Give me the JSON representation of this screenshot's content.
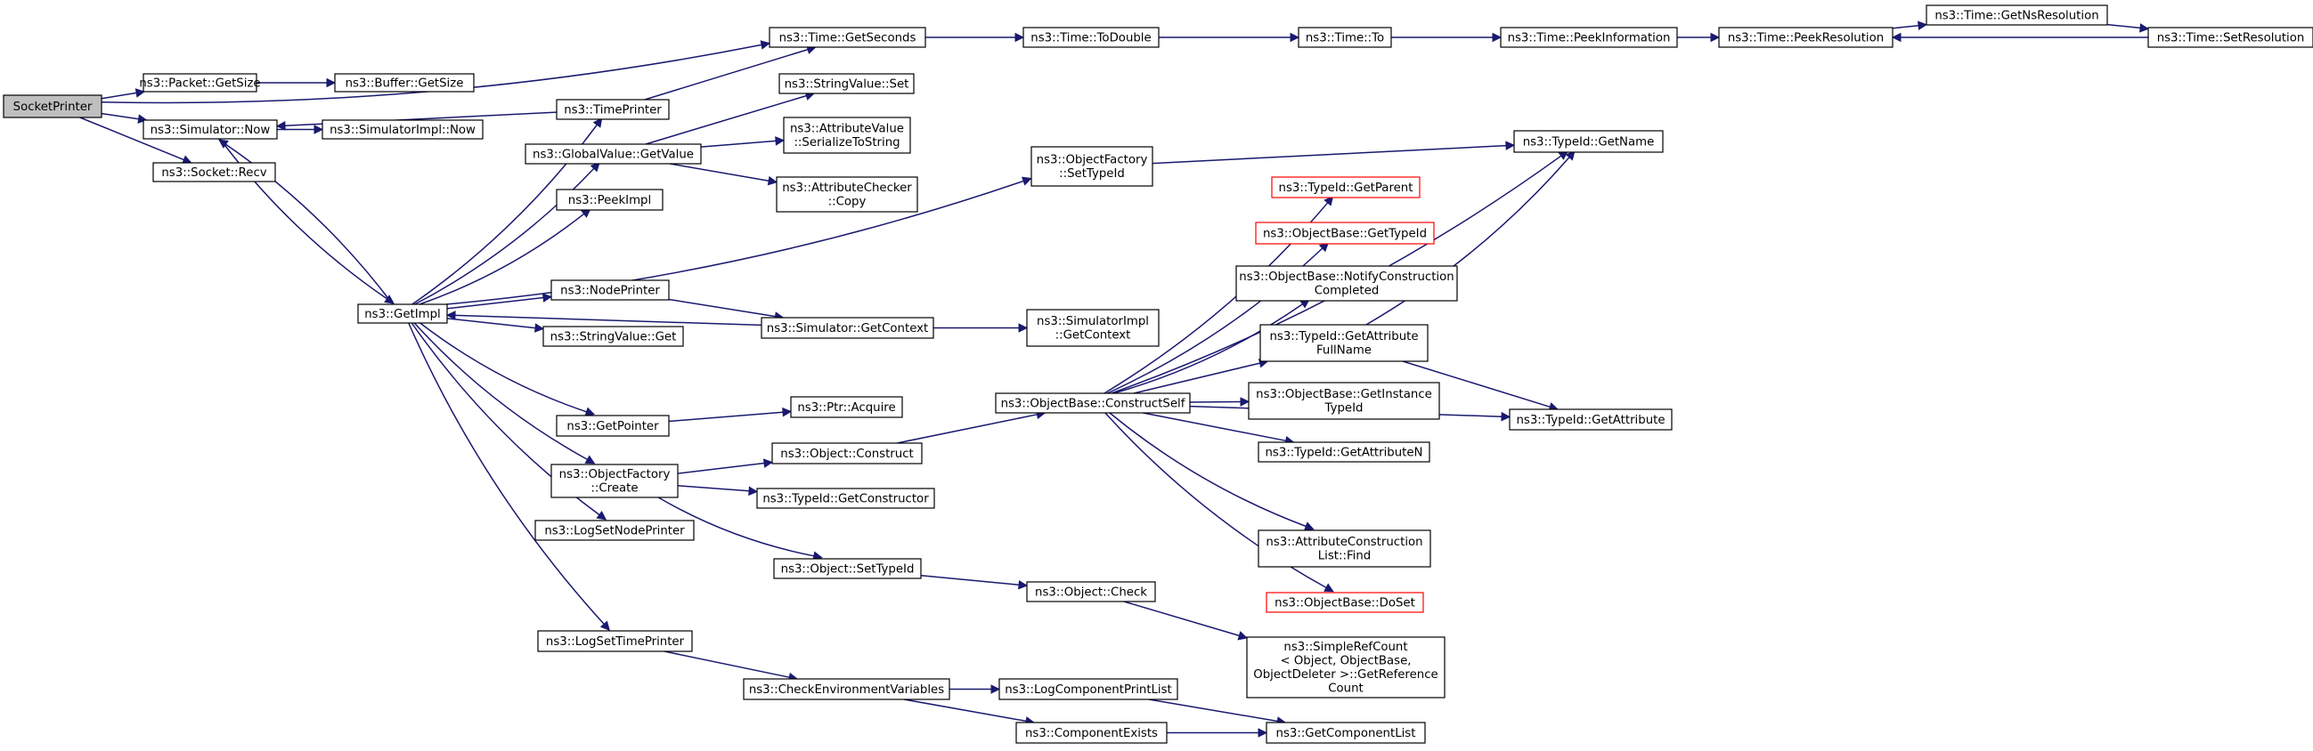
{
  "graph": {
    "nodes": [
      {
        "id": "SocketPrinter",
        "lines": [
          "SocketPrinter"
        ],
        "root": true
      },
      {
        "id": "GetSize",
        "lines": [
          "ns3::Packet::GetSize"
        ]
      },
      {
        "id": "BufGetSize",
        "lines": [
          "ns3::Buffer::GetSize"
        ]
      },
      {
        "id": "SimNow",
        "lines": [
          "ns3::Simulator::Now"
        ]
      },
      {
        "id": "SimImplNow",
        "lines": [
          "ns3::SimulatorImpl::Now"
        ]
      },
      {
        "id": "SockRecv",
        "lines": [
          "ns3::Socket::Recv"
        ]
      },
      {
        "id": "GetImpl",
        "lines": [
          "ns3::GetImpl"
        ]
      },
      {
        "id": "TimePrinter",
        "lines": [
          "ns3::TimePrinter"
        ]
      },
      {
        "id": "GVGetValue",
        "lines": [
          "ns3::GlobalValue::GetValue"
        ]
      },
      {
        "id": "PeekImpl",
        "lines": [
          "ns3::PeekImpl"
        ]
      },
      {
        "id": "NodePrinter",
        "lines": [
          "ns3::NodePrinter"
        ]
      },
      {
        "id": "SVGet",
        "lines": [
          "ns3::StringValue::Get"
        ]
      },
      {
        "id": "GetPointer",
        "lines": [
          "ns3::GetPointer"
        ]
      },
      {
        "id": "OFCreate",
        "lines": [
          "ns3::ObjectFactory",
          "::Create"
        ]
      },
      {
        "id": "LogSetNodePrinter",
        "lines": [
          "ns3::LogSetNodePrinter"
        ]
      },
      {
        "id": "LogSetTimePrinter",
        "lines": [
          "ns3::LogSetTimePrinter"
        ]
      },
      {
        "id": "GetSeconds",
        "lines": [
          "ns3::Time::GetSeconds"
        ]
      },
      {
        "id": "SVSet",
        "lines": [
          "ns3::StringValue::Set"
        ]
      },
      {
        "id": "AVSer",
        "lines": [
          "ns3::AttributeValue",
          "::SerializeToString"
        ]
      },
      {
        "id": "ACCopy",
        "lines": [
          "ns3::AttributeChecker",
          "::Copy"
        ]
      },
      {
        "id": "SimGetContext",
        "lines": [
          "ns3::Simulator::GetContext"
        ]
      },
      {
        "id": "PtrAcquire",
        "lines": [
          "ns3::Ptr::Acquire"
        ]
      },
      {
        "id": "ObjConstruct",
        "lines": [
          "ns3::Object::Construct"
        ]
      },
      {
        "id": "TIGetCtor",
        "lines": [
          "ns3::TypeId::GetConstructor"
        ]
      },
      {
        "id": "ObjSetTypeId",
        "lines": [
          "ns3::Object::SetTypeId"
        ]
      },
      {
        "id": "CheckEnv",
        "lines": [
          "ns3::CheckEnvironmentVariables"
        ]
      },
      {
        "id": "ToDouble",
        "lines": [
          "ns3::Time::ToDouble"
        ]
      },
      {
        "id": "OFSetTypeId",
        "lines": [
          "ns3::ObjectFactory",
          "::SetTypeId"
        ]
      },
      {
        "id": "SIGetContext",
        "lines": [
          "ns3::SimulatorImpl",
          "::GetContext"
        ]
      },
      {
        "id": "OBConstructSelf",
        "lines": [
          "ns3::ObjectBase::ConstructSelf"
        ]
      },
      {
        "id": "ObjCheck",
        "lines": [
          "ns3::Object::Check"
        ]
      },
      {
        "id": "LogCompPrintList",
        "lines": [
          "ns3::LogComponentPrintList"
        ]
      },
      {
        "id": "CompExists",
        "lines": [
          "ns3::ComponentExists"
        ]
      },
      {
        "id": "TimeTo",
        "lines": [
          "ns3::Time::To"
        ]
      },
      {
        "id": "TIGetParent",
        "lines": [
          "ns3::TypeId::GetParent"
        ],
        "truncated": true
      },
      {
        "id": "OBGetTypeId",
        "lines": [
          "ns3::ObjectBase::GetTypeId"
        ],
        "truncated": true
      },
      {
        "id": "OBNotify",
        "lines": [
          "ns3::ObjectBase::NotifyConstruction",
          "Completed"
        ]
      },
      {
        "id": "TIGetAttrFull",
        "lines": [
          "ns3::TypeId::GetAttribute",
          "FullName"
        ]
      },
      {
        "id": "OBGetInstance",
        "lines": [
          "ns3::ObjectBase::GetInstance",
          "TypeId"
        ]
      },
      {
        "id": "TIGetAttrN",
        "lines": [
          "ns3::TypeId::GetAttributeN"
        ]
      },
      {
        "id": "ACLFind",
        "lines": [
          "ns3::AttributeConstruction",
          "List::Find"
        ]
      },
      {
        "id": "OBDoSet",
        "lines": [
          "ns3::ObjectBase::DoSet"
        ],
        "truncated": true
      },
      {
        "id": "SRCGetRef",
        "lines": [
          "ns3::SimpleRefCount",
          "< Object, ObjectBase,",
          "ObjectDeleter >::GetReference",
          "Count"
        ]
      },
      {
        "id": "GetCompList",
        "lines": [
          "ns3::GetComponentList"
        ]
      },
      {
        "id": "PeekInfo",
        "lines": [
          "ns3::Time::PeekInformation"
        ]
      },
      {
        "id": "TIGetName",
        "lines": [
          "ns3::TypeId::GetName"
        ]
      },
      {
        "id": "TIGetAttr",
        "lines": [
          "ns3::TypeId::GetAttribute"
        ]
      },
      {
        "id": "PeekRes",
        "lines": [
          "ns3::Time::PeekResolution"
        ]
      },
      {
        "id": "GetNsRes",
        "lines": [
          "ns3::Time::GetNsResolution"
        ]
      },
      {
        "id": "SetRes",
        "lines": [
          "ns3::Time::SetResolution"
        ]
      }
    ],
    "edges": [
      [
        "SocketPrinter",
        "GetSize"
      ],
      [
        "SocketPrinter",
        "SimNow"
      ],
      [
        "SocketPrinter",
        "SockRecv"
      ],
      [
        "SocketPrinter",
        "GetSeconds"
      ],
      [
        "GetSize",
        "BufGetSize"
      ],
      [
        "SimNow",
        "SimImplNow"
      ],
      [
        "SimNow",
        "GetImpl"
      ],
      [
        "GetImpl",
        "TimePrinter"
      ],
      [
        "GetImpl",
        "GVGetValue"
      ],
      [
        "GetImpl",
        "PeekImpl"
      ],
      [
        "GetImpl",
        "NodePrinter"
      ],
      [
        "GetImpl",
        "SVGet"
      ],
      [
        "GetImpl",
        "GetPointer"
      ],
      [
        "GetImpl",
        "OFCreate"
      ],
      [
        "GetImpl",
        "LogSetNodePrinter"
      ],
      [
        "GetImpl",
        "LogSetTimePrinter"
      ],
      [
        "GetImpl",
        "OFSetTypeId"
      ],
      [
        "GetImpl",
        "SimNow"
      ],
      [
        "TimePrinter",
        "SimNow"
      ],
      [
        "TimePrinter",
        "GetSeconds"
      ],
      [
        "GVGetValue",
        "SVSet"
      ],
      [
        "GVGetValue",
        "AVSer"
      ],
      [
        "GVGetValue",
        "ACCopy"
      ],
      [
        "NodePrinter",
        "SimGetContext"
      ],
      [
        "SimGetContext",
        "SIGetContext"
      ],
      [
        "SimGetContext",
        "GetImpl"
      ],
      [
        "GetPointer",
        "PtrAcquire"
      ],
      [
        "OFCreate",
        "ObjConstruct"
      ],
      [
        "OFCreate",
        "TIGetCtor"
      ],
      [
        "OFCreate",
        "ObjSetTypeId"
      ],
      [
        "ObjConstruct",
        "OBConstructSelf"
      ],
      [
        "ObjSetTypeId",
        "ObjCheck"
      ],
      [
        "LogSetTimePrinter",
        "CheckEnv"
      ],
      [
        "CheckEnv",
        "LogCompPrintList"
      ],
      [
        "CheckEnv",
        "CompExists"
      ],
      [
        "LogCompPrintList",
        "GetCompList"
      ],
      [
        "CompExists",
        "GetCompList"
      ],
      [
        "ObjCheck",
        "SRCGetRef"
      ],
      [
        "OFSetTypeId",
        "TIGetName"
      ],
      [
        "OBConstructSelf",
        "TIGetParent"
      ],
      [
        "OBConstructSelf",
        "OBGetTypeId"
      ],
      [
        "OBConstructSelf",
        "OBNotify"
      ],
      [
        "OBConstructSelf",
        "TIGetAttrFull"
      ],
      [
        "OBConstructSelf",
        "OBGetInstance"
      ],
      [
        "OBConstructSelf",
        "TIGetAttrN"
      ],
      [
        "OBConstructSelf",
        "ACLFind"
      ],
      [
        "OBConstructSelf",
        "OBDoSet"
      ],
      [
        "OBConstructSelf",
        "TIGetName"
      ],
      [
        "OBConstructSelf",
        "TIGetAttr"
      ],
      [
        "TIGetAttrFull",
        "TIGetName"
      ],
      [
        "TIGetAttrFull",
        "TIGetAttr"
      ],
      [
        "GetSeconds",
        "ToDouble"
      ],
      [
        "ToDouble",
        "TimeTo"
      ],
      [
        "TimeTo",
        "PeekInfo"
      ],
      [
        "PeekInfo",
        "PeekRes"
      ],
      [
        "PeekRes",
        "GetNsRes"
      ],
      [
        "GetNsRes",
        "SetRes"
      ],
      [
        "SetRes",
        "PeekRes"
      ]
    ]
  }
}
